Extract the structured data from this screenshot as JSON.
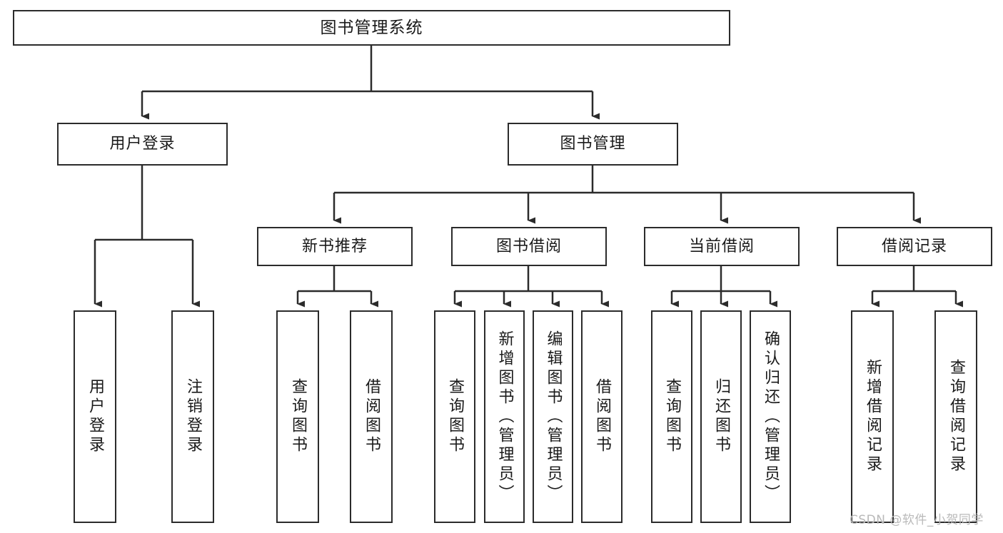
{
  "diagram": {
    "type": "tree",
    "title": "图书管理系统",
    "orientation": "top-down",
    "colors": {
      "background": "#ffffff",
      "box_border": "#2b2b2b",
      "box_fill": "#ffffff",
      "connector": "#2b2b2b",
      "watermark": "#b9b9b9"
    }
  },
  "root": {
    "label": "图书管理系统"
  },
  "level2": [
    {
      "label": "用户登录"
    },
    {
      "label": "图书管理"
    }
  ],
  "level3": [
    {
      "label": "新书推荐"
    },
    {
      "label": "图书借阅"
    },
    {
      "label": "当前借阅"
    },
    {
      "label": "借阅记录"
    }
  ],
  "leaves": {
    "user_login": [
      {
        "label": "用户登录"
      },
      {
        "label": "注销登录"
      }
    ],
    "new_book": [
      {
        "label": "查询图书"
      },
      {
        "label": "借阅图书"
      }
    ],
    "book_borrow": [
      {
        "label": "查询图书"
      },
      {
        "label": "新增图书（管理员）"
      },
      {
        "label": "编辑图书（管理员）"
      },
      {
        "label": "借阅图书"
      }
    ],
    "current_borrow": [
      {
        "label": "查询图书"
      },
      {
        "label": "归还图书"
      },
      {
        "label": "确认归还（管理员）"
      }
    ],
    "borrow_record": [
      {
        "label": "新增借阅记录"
      },
      {
        "label": "查询借阅记录"
      }
    ]
  },
  "watermark": {
    "text": "CSDN @软件_小贺同学"
  }
}
